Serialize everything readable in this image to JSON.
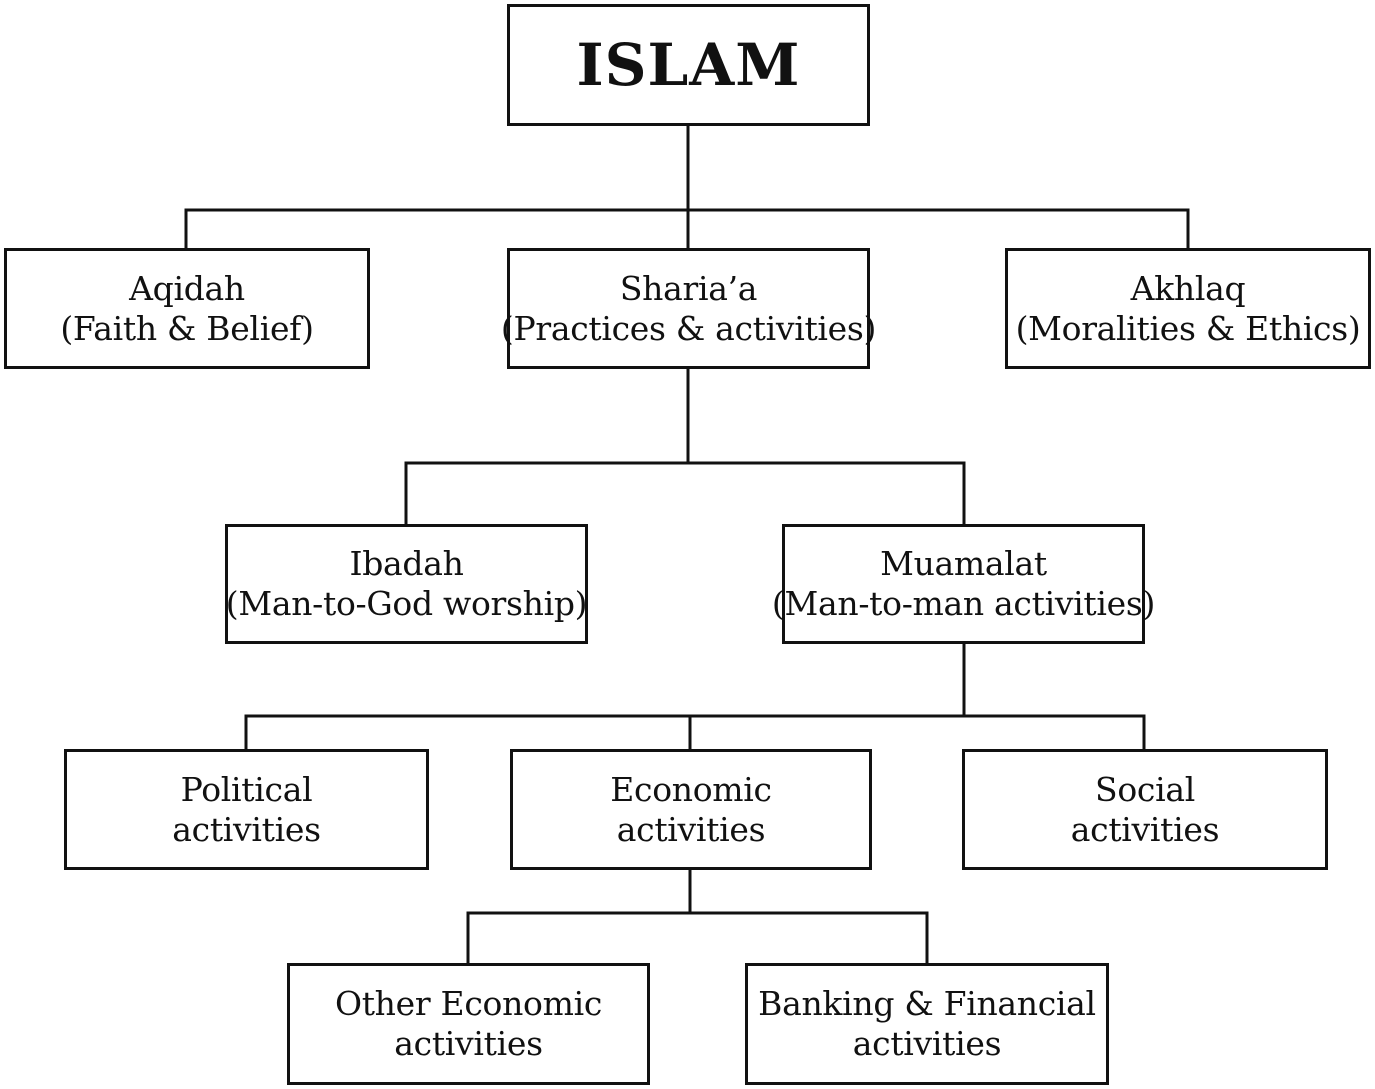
{
  "diagram": {
    "root": {
      "title": "ISLAM"
    },
    "level1": {
      "aqidah": {
        "line1": "Aqidah",
        "line2": "(Faith & Belief)"
      },
      "sharia": {
        "line1": "Sharia’a",
        "line2": "(Practices & activities)"
      },
      "akhlaq": {
        "line1": "Akhlaq",
        "line2": "(Moralities & Ethics)"
      }
    },
    "level2": {
      "ibadah": {
        "line1": "Ibadah",
        "line2": "(Man-to-God worship)"
      },
      "muamalat": {
        "line1": "Muamalat",
        "line2": "(Man-to-man activities)"
      }
    },
    "level3": {
      "political": {
        "line1": "Political",
        "line2": "activities"
      },
      "economic": {
        "line1": "Economic",
        "line2": "activities"
      },
      "social": {
        "line1": "Social",
        "line2": "activities"
      }
    },
    "level4": {
      "other_economic": {
        "line1": "Other Economic",
        "line2": "activities"
      },
      "banking": {
        "line1": "Banking & Financial",
        "line2": "activities"
      }
    }
  }
}
